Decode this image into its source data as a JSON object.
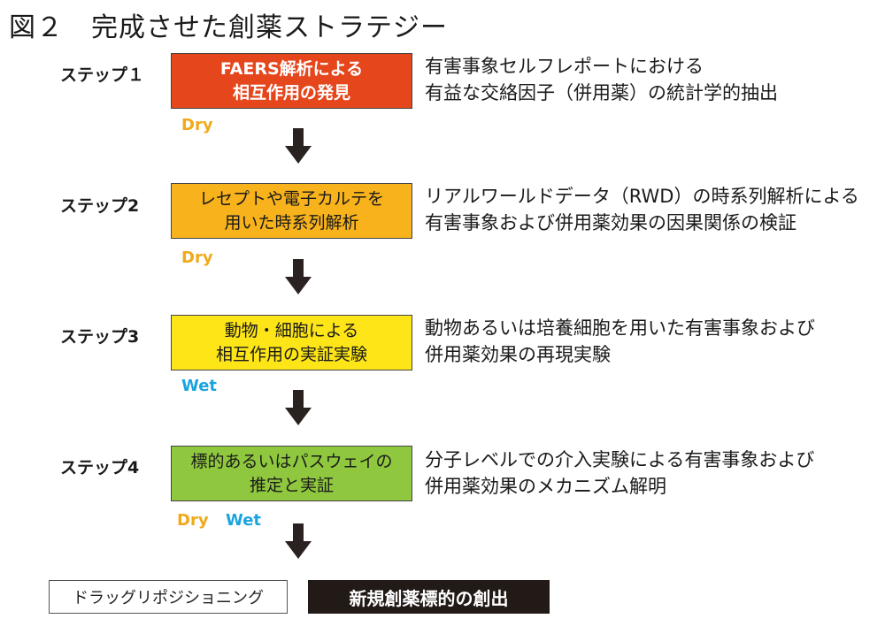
{
  "title": "図２　完成させた創薬ストラテジー",
  "colors": {
    "step1": "#e5461c",
    "step2": "#f7b21c",
    "step3": "#fde518",
    "step4": "#8fc83e",
    "dry": "#f1a91a",
    "wet": "#1aa4dd",
    "arrow": "#2a2220",
    "final_bg": "#221a16"
  },
  "steps": [
    {
      "label": "ステップ１",
      "box_lines": [
        "FAERS解析による",
        "相互作用の発見"
      ],
      "desc_lines": [
        "有害事象セルフレポートにおける",
        "有益な交絡因子（併用薬）の統計学的抽出"
      ],
      "tags": [
        "Dry"
      ]
    },
    {
      "label": "ステップ2",
      "box_lines": [
        "レセプトや電子カルテを",
        "用いた時系列解析"
      ],
      "desc_lines": [
        "リアルワールドデータ（RWD）の時系列解析による",
        "有害事象および併用薬効果の因果関係の検証"
      ],
      "tags": [
        "Dry"
      ]
    },
    {
      "label": "ステップ3",
      "box_lines": [
        "動物・細胞による",
        "相互作用の実証実験"
      ],
      "desc_lines": [
        "動物あるいは培養細胞を用いた有害事象および",
        "併用薬効果の再現実験"
      ],
      "tags": [
        "Wet"
      ]
    },
    {
      "label": "ステップ4",
      "box_lines": [
        "標的あるいはパスウェイの",
        "推定と実証"
      ],
      "desc_lines": [
        "分子レベルでの介入実験による有害事象および",
        "併用薬効果のメカニズム解明"
      ],
      "tags": [
        "Dry",
        "Wet"
      ]
    }
  ],
  "outcomes": {
    "left": "ドラッグリポジショニング",
    "right": "新規創薬標的の創出"
  }
}
